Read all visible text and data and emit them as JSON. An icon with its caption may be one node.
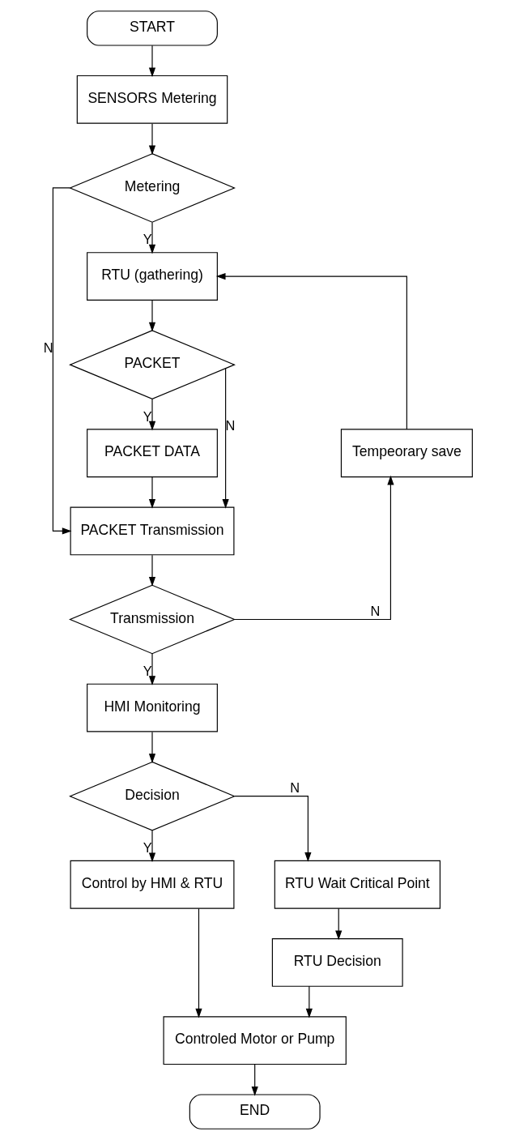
{
  "diagram": {
    "nodes": [
      {
        "text": [
          "START"
        ]
      },
      {
        "text": [
          "SENSORS Metering"
        ]
      },
      {
        "text": [
          "Metering"
        ]
      },
      {
        "text": [
          "RTU (gathering)"
        ]
      },
      {
        "text": [
          "PACKET"
        ]
      },
      {
        "text": [
          "PACKET DATA"
        ]
      },
      {
        "text": [
          "PACKET Transmission"
        ]
      },
      {
        "text": [
          "Transmission"
        ]
      },
      {
        "text": [
          "Tempeorary save"
        ]
      },
      {
        "text": [
          "HMI Monitoring"
        ]
      },
      {
        "text": [
          "Decision"
        ]
      },
      {
        "text": [
          "Control by HMI & RTU"
        ]
      },
      {
        "text": [
          "RTU Wait Critical Point"
        ]
      },
      {
        "text": [
          "RTU Decision"
        ]
      },
      {
        "text": [
          "Controled Motor or Pump"
        ]
      },
      {
        "text": [
          "END"
        ]
      }
    ],
    "edges": [
      {
        "from": 0,
        "to": 1,
        "arrow": "to"
      },
      {
        "from": 1,
        "to": 2,
        "arrow": "to"
      },
      {
        "from": 2,
        "to": 3,
        "arrow": "to",
        "label": "Y"
      },
      {
        "from": 2,
        "to": 6,
        "arrow": "to",
        "label": "N"
      },
      {
        "from": 3,
        "to": 4,
        "arrow": "to"
      },
      {
        "from": 4,
        "to": 5,
        "arrow": "to",
        "label": "Y"
      },
      {
        "from": 4,
        "to": 6,
        "arrow": "to",
        "label": "N"
      },
      {
        "from": 5,
        "to": 6,
        "arrow": "to"
      },
      {
        "from": 6,
        "to": 7,
        "arrow": "to"
      },
      {
        "from": 7,
        "to": 8,
        "arrow": "to",
        "label": "N"
      },
      {
        "from": 8,
        "to": 3,
        "arrow": "to"
      },
      {
        "from": 7,
        "to": 9,
        "arrow": "to",
        "label": "Y"
      },
      {
        "from": 9,
        "to": 10,
        "arrow": "to"
      },
      {
        "from": 10,
        "to": 11,
        "arrow": "to",
        "label": "Y"
      },
      {
        "from": 10,
        "to": 12,
        "arrow": "to",
        "label": "N"
      },
      {
        "from": 12,
        "to": 13,
        "arrow": "to"
      },
      {
        "from": 11,
        "to": 14,
        "arrow": "to"
      },
      {
        "from": 13,
        "to": 14,
        "arrow": "to"
      },
      {
        "from": 14,
        "to": 15,
        "arrow": "to"
      }
    ]
  }
}
